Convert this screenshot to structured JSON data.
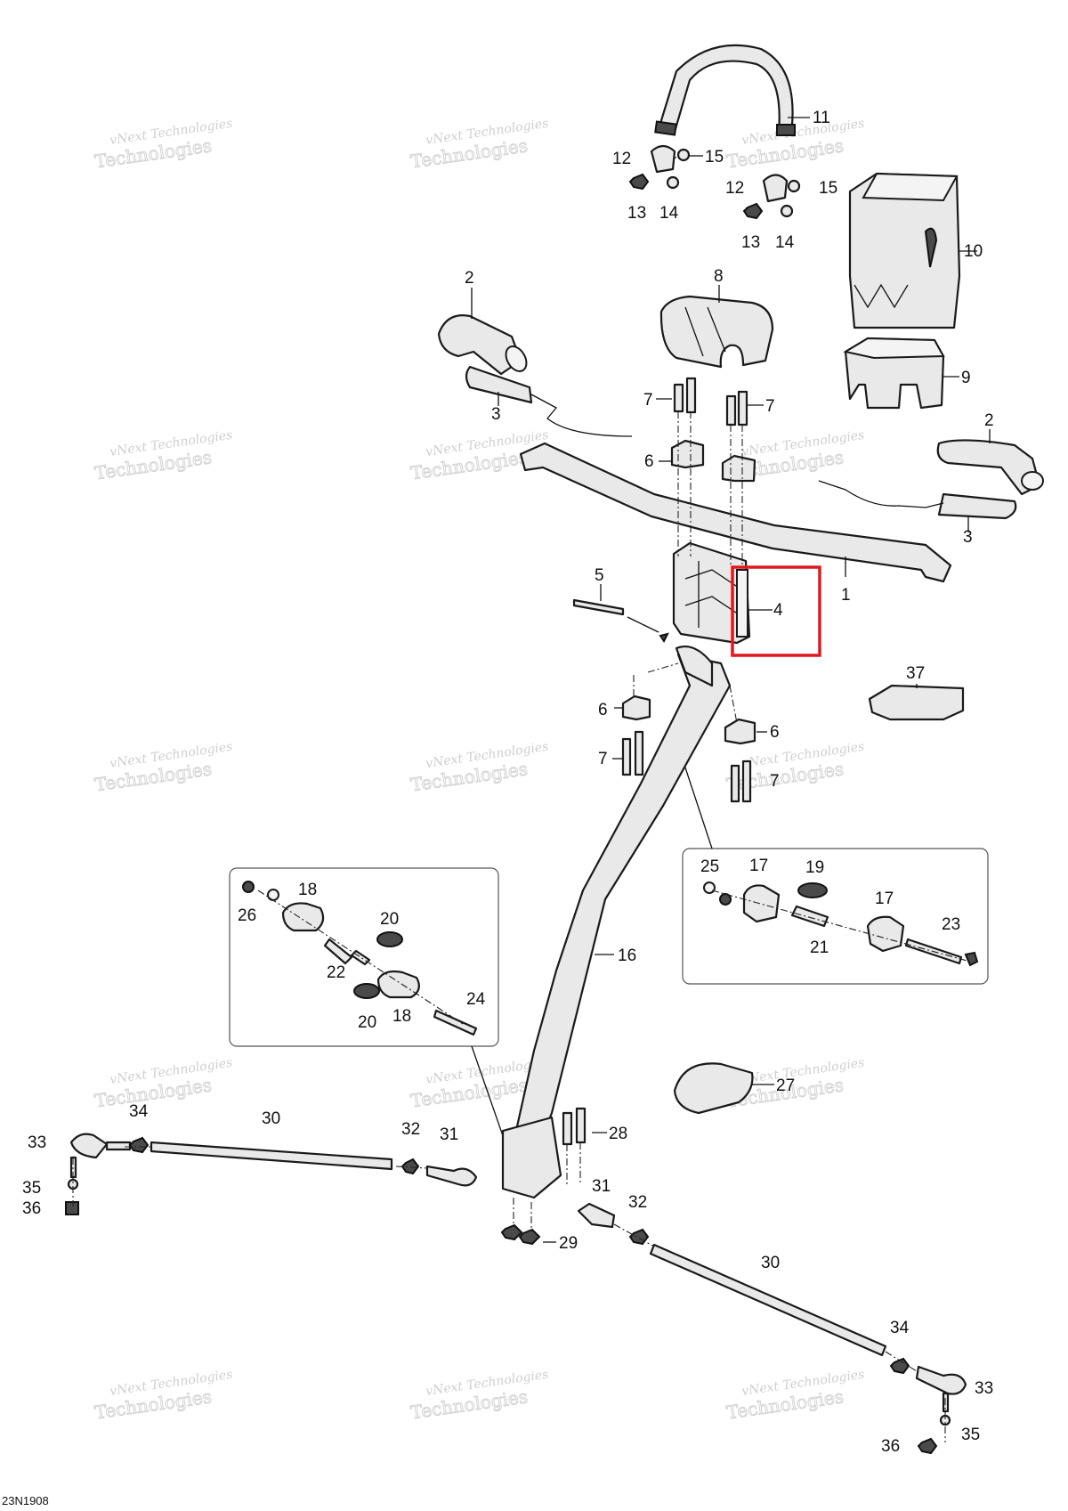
{
  "watermark": {
    "line1": "vNext Technologies",
    "line2": "vNext",
    "line3": "Technologies"
  },
  "drawing_code": "23N1908",
  "callouts": [
    {
      "id": "c1",
      "text": "1"
    },
    {
      "id": "c2a",
      "text": "2"
    },
    {
      "id": "c2b",
      "text": "2"
    },
    {
      "id": "c3a",
      "text": "3"
    },
    {
      "id": "c3b",
      "text": "3"
    },
    {
      "id": "c4",
      "text": "4"
    },
    {
      "id": "c5",
      "text": "5"
    },
    {
      "id": "c6a",
      "text": "6"
    },
    {
      "id": "c6b",
      "text": "6"
    },
    {
      "id": "c6c",
      "text": "6"
    },
    {
      "id": "c7a",
      "text": "7"
    },
    {
      "id": "c7b",
      "text": "7"
    },
    {
      "id": "c7c",
      "text": "7"
    },
    {
      "id": "c7d",
      "text": "7"
    },
    {
      "id": "c8",
      "text": "8"
    },
    {
      "id": "c9",
      "text": "9"
    },
    {
      "id": "c10",
      "text": "10"
    },
    {
      "id": "c11",
      "text": "11"
    },
    {
      "id": "c12a",
      "text": "12"
    },
    {
      "id": "c12b",
      "text": "12"
    },
    {
      "id": "c13a",
      "text": "13"
    },
    {
      "id": "c13b",
      "text": "13"
    },
    {
      "id": "c14a",
      "text": "14"
    },
    {
      "id": "c14b",
      "text": "14"
    },
    {
      "id": "c15a",
      "text": "15"
    },
    {
      "id": "c15b",
      "text": "15"
    },
    {
      "id": "c16",
      "text": "16"
    },
    {
      "id": "c17a",
      "text": "17"
    },
    {
      "id": "c17b",
      "text": "17"
    },
    {
      "id": "c18a",
      "text": "18"
    },
    {
      "id": "c18b",
      "text": "18"
    },
    {
      "id": "c19",
      "text": "19"
    },
    {
      "id": "c20a",
      "text": "20"
    },
    {
      "id": "c20b",
      "text": "20"
    },
    {
      "id": "c21",
      "text": "21"
    },
    {
      "id": "c22",
      "text": "22"
    },
    {
      "id": "c23",
      "text": "23"
    },
    {
      "id": "c24",
      "text": "24"
    },
    {
      "id": "c25",
      "text": "25"
    },
    {
      "id": "c26",
      "text": "26"
    },
    {
      "id": "c27",
      "text": "27"
    },
    {
      "id": "c28",
      "text": "28"
    },
    {
      "id": "c29",
      "text": "29"
    },
    {
      "id": "c30a",
      "text": "30"
    },
    {
      "id": "c30b",
      "text": "30"
    },
    {
      "id": "c31a",
      "text": "31"
    },
    {
      "id": "c31b",
      "text": "31"
    },
    {
      "id": "c32a",
      "text": "32"
    },
    {
      "id": "c32b",
      "text": "32"
    },
    {
      "id": "c33a",
      "text": "33"
    },
    {
      "id": "c33b",
      "text": "33"
    },
    {
      "id": "c34a",
      "text": "34"
    },
    {
      "id": "c34b",
      "text": "34"
    },
    {
      "id": "c35a",
      "text": "35"
    },
    {
      "id": "c35b",
      "text": "35"
    },
    {
      "id": "c36a",
      "text": "36"
    },
    {
      "id": "c36b",
      "text": "36"
    },
    {
      "id": "c37",
      "text": "37"
    }
  ],
  "colors": {
    "highlight": "#e0191f",
    "line": "#111111",
    "fill": "#e9e9e9"
  }
}
